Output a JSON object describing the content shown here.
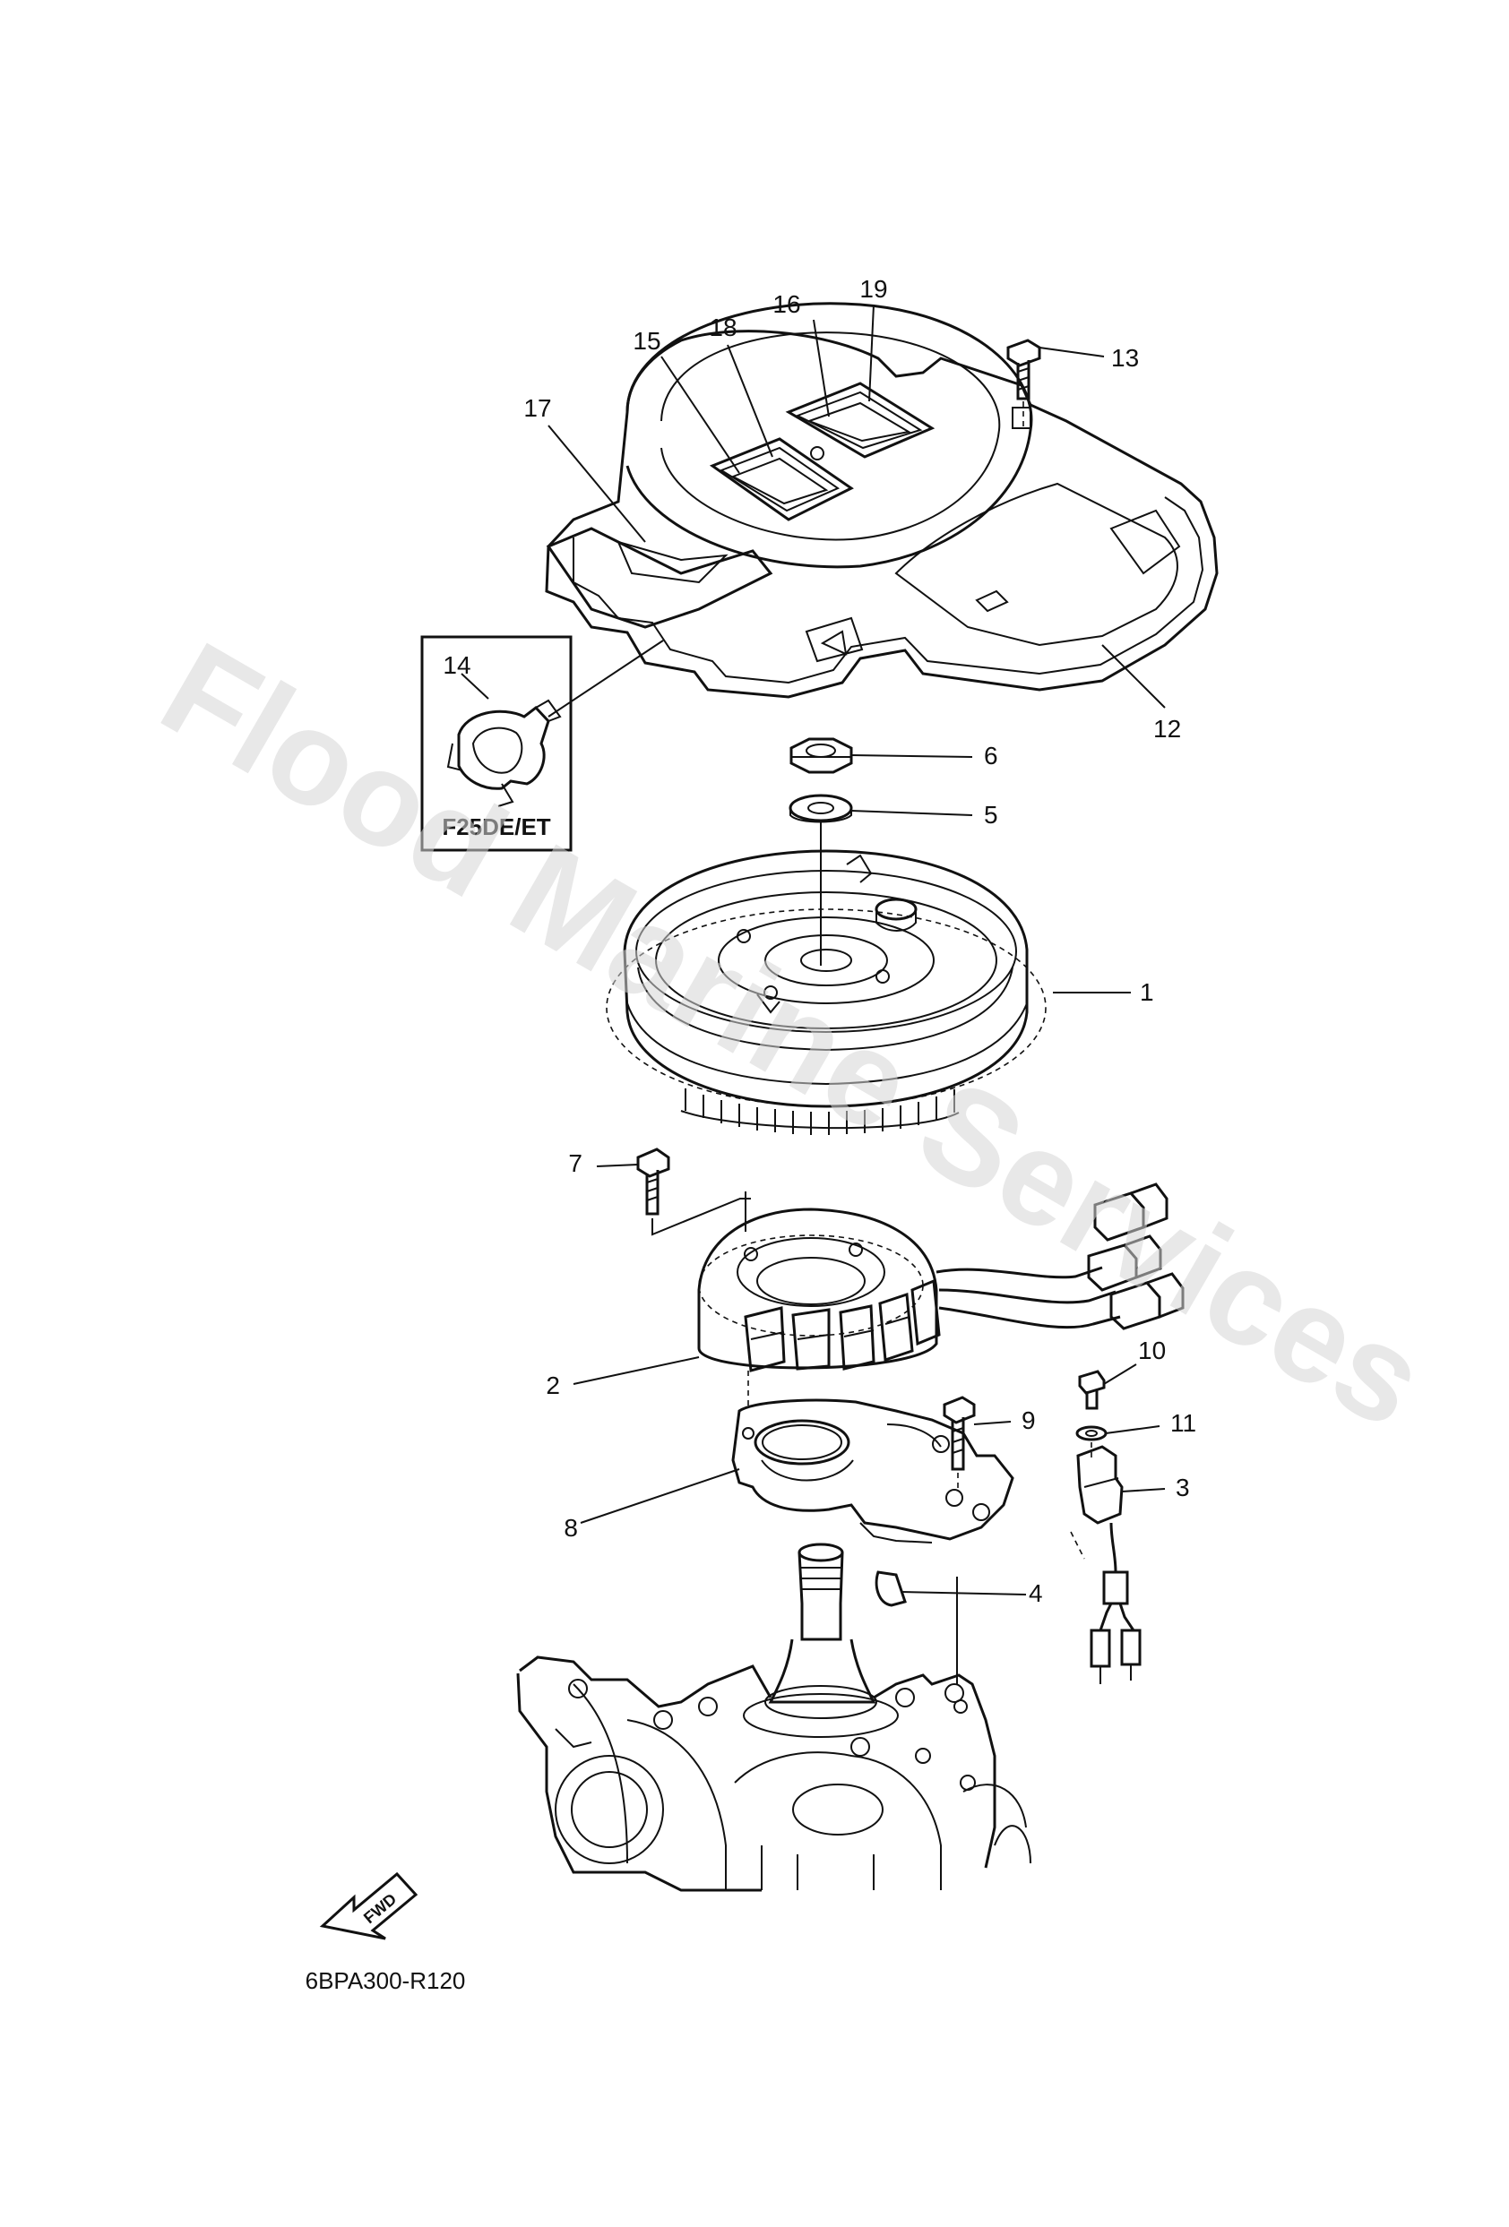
{
  "diagram": {
    "code": "6BPA300-R120",
    "watermark": "Flood Marine Services",
    "inset_label": "F25DE/ET",
    "fwd_label": "FWD",
    "callouts": [
      {
        "id": "c1",
        "text": "1"
      },
      {
        "id": "c2",
        "text": "2"
      },
      {
        "id": "c3",
        "text": "3"
      },
      {
        "id": "c4",
        "text": "4"
      },
      {
        "id": "c5",
        "text": "5"
      },
      {
        "id": "c6",
        "text": "6"
      },
      {
        "id": "c7",
        "text": "7"
      },
      {
        "id": "c8",
        "text": "8"
      },
      {
        "id": "c9",
        "text": "9"
      },
      {
        "id": "c10",
        "text": "10"
      },
      {
        "id": "c11",
        "text": "11"
      },
      {
        "id": "c12",
        "text": "12"
      },
      {
        "id": "c13",
        "text": "13"
      },
      {
        "id": "c14",
        "text": "14"
      },
      {
        "id": "c15",
        "text": "15"
      },
      {
        "id": "c16",
        "text": "16"
      },
      {
        "id": "c17",
        "text": "17"
      },
      {
        "id": "c18",
        "text": "18"
      },
      {
        "id": "c19",
        "text": "19"
      }
    ],
    "colors": {
      "line": "#111111",
      "watermark": "#d6d6d6",
      "background": "#ffffff"
    }
  }
}
